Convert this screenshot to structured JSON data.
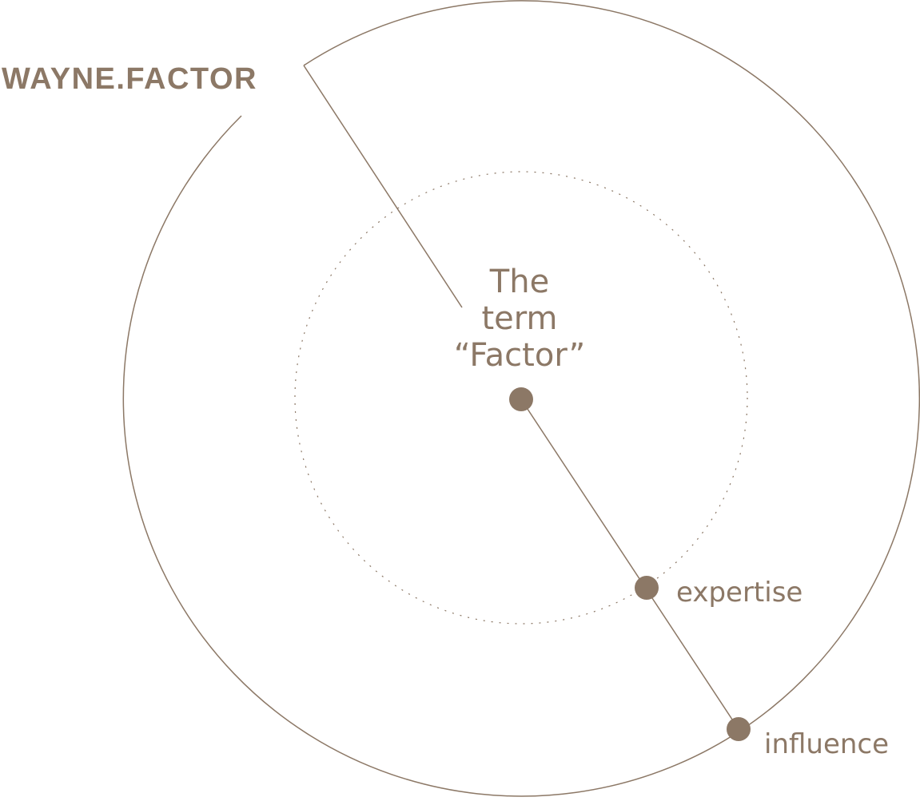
{
  "brand": {
    "title": "WAYNE.FACTOR"
  },
  "diagram": {
    "center": {
      "line1": "The",
      "line2": "term",
      "line3": "“Factor”"
    },
    "nodes": [
      {
        "label": "expertise"
      },
      {
        "label": "influence"
      }
    ]
  },
  "colors": {
    "primary": "#8c7866",
    "background": "#ffffff"
  }
}
